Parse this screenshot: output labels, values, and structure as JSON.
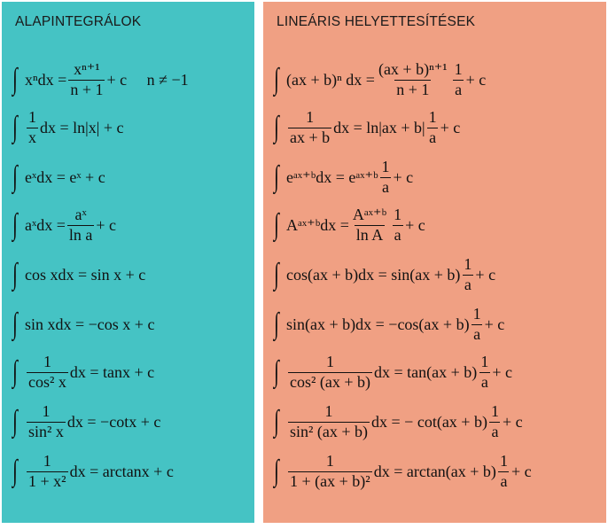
{
  "left": {
    "title": "ALAPINTEGRÁLOK",
    "formulas": [
      {
        "lhs": "xⁿdx =",
        "num": "xⁿ⁺¹",
        "den": "n + 1",
        "tail": "+ c     n ≠ −1"
      },
      {
        "lhs": "",
        "num": "1",
        "den": "x",
        "tail": "dx = ln|x| + c"
      },
      {
        "lhs": "eˣdx = eˣ + c",
        "num": "",
        "den": "",
        "tail": ""
      },
      {
        "lhs": "aˣdx =",
        "num": "aˣ",
        "den": "ln a",
        "tail": "+ c"
      },
      {
        "lhs": "cos xdx = sin x + c",
        "num": "",
        "den": "",
        "tail": ""
      },
      {
        "lhs": "sin xdx = −cos x + c",
        "num": "",
        "den": "",
        "tail": ""
      },
      {
        "lhs": "",
        "num": "1",
        "den": "cos² x",
        "tail": "dx = tanx + c"
      },
      {
        "lhs": "",
        "num": "1",
        "den": "sin² x",
        "tail": "dx = −cotx + c"
      },
      {
        "lhs": "",
        "num": "1",
        "den": "1 + x²",
        "tail": "dx = arctanx + c"
      }
    ]
  },
  "right": {
    "title": "LINEÁRIS HELYETTESÍTÉSEK",
    "formulas": [
      {
        "a": "(ax + b)ⁿ dx =",
        "n1": "(ax + b)ⁿ⁺¹",
        "d1": "n + 1",
        "b": "",
        "n2": "1",
        "d2": "a",
        "c": "+ c"
      },
      {
        "a": "",
        "n1": "1",
        "d1": "ax + b",
        "b": "dx = ln|ax + b|",
        "n2": "1",
        "d2": "a",
        "c": "+ c"
      },
      {
        "a": "eᵃˣ⁺ᵇdx = eᵃˣ⁺ᵇ",
        "n1": "",
        "d1": "",
        "b": "",
        "n2": "1",
        "d2": "a",
        "c": "+ c"
      },
      {
        "a": "Aᵃˣ⁺ᵇdx =",
        "n1": "Aᵃˣ⁺ᵇ",
        "d1": "ln A",
        "b": "",
        "n2": "1",
        "d2": "a",
        "c": "+ c"
      },
      {
        "a": "cos(ax + b)dx = sin(ax + b)",
        "n1": "",
        "d1": "",
        "b": "",
        "n2": "1",
        "d2": "a",
        "c": "+ c"
      },
      {
        "a": "sin(ax + b)dx = −cos(ax + b)",
        "n1": "",
        "d1": "",
        "b": "",
        "n2": "1",
        "d2": "a",
        "c": "+ c"
      },
      {
        "a": "",
        "n1": "1",
        "d1": "cos² (ax + b)",
        "b": "dx = tan(ax + b)",
        "n2": "1",
        "d2": "a",
        "c": "+ c"
      },
      {
        "a": "",
        "n1": "1",
        "d1": "sin² (ax + b)",
        "b": "dx = − cot(ax + b)",
        "n2": "1",
        "d2": "a",
        "c": "+ c"
      },
      {
        "a": "",
        "n1": "1",
        "d1": "1 + (ax + b)²",
        "b": "dx = arctan(ax + b)",
        "n2": "1",
        "d2": "a",
        "c": "+ c"
      }
    ]
  }
}
